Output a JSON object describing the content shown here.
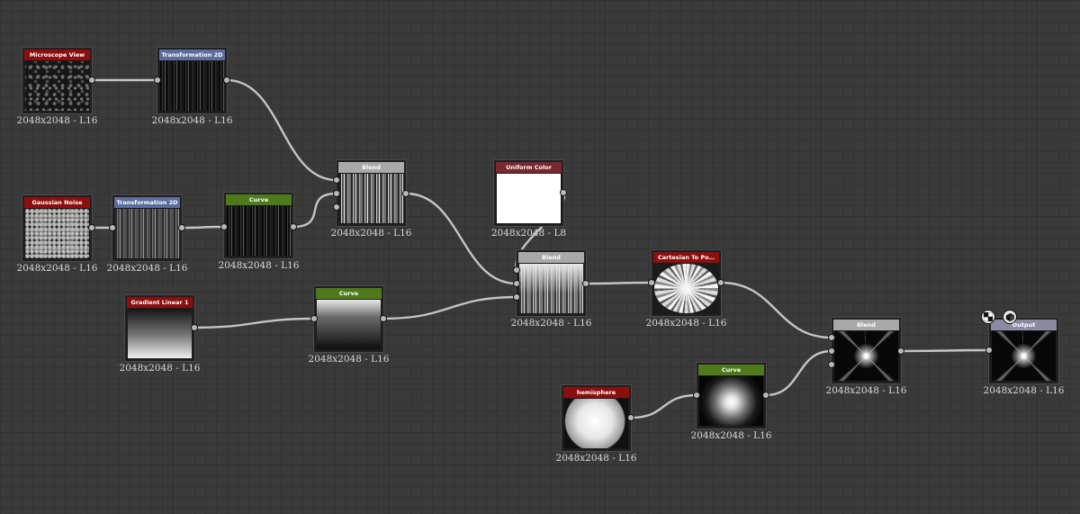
{
  "colors": {
    "canvas": "#3a3a3a",
    "grid": "#333333",
    "wire": "#c4c4c4",
    "title_red": "#8b0f0f",
    "title_blue": "#5b6d9c",
    "title_green": "#4e7a1c",
    "title_gray": "#a9a9a9",
    "title_maroon": "#7a2830",
    "title_lavender": "#8b8aa3"
  },
  "nodes": [
    {
      "id": "microscope_view",
      "title": "Microscope View",
      "title_color": "title_red",
      "thumb": "dots",
      "resolution": "2048x2048 - L16"
    },
    {
      "id": "transformation_2d_a",
      "title": "Transformation 2D",
      "title_color": "title_blue",
      "thumb": "stripes",
      "resolution": "2048x2048 - L16"
    },
    {
      "id": "gaussian_noise",
      "title": "Gaussian Noise",
      "title_color": "title_red",
      "thumb": "noise",
      "resolution": "2048x2048 - L16"
    },
    {
      "id": "transformation_2d_b",
      "title": "Transformation 2D",
      "title_color": "title_blue",
      "thumb": "stripes_soft",
      "resolution": "2048x2048 - L16"
    },
    {
      "id": "curve_a",
      "title": "Curve",
      "title_color": "title_green",
      "thumb": "stripes",
      "resolution": "2048x2048 - L16"
    },
    {
      "id": "blend_a",
      "title": "Blend",
      "title_color": "title_gray",
      "thumb": "stripes_bright",
      "resolution": "2048x2048 - L16"
    },
    {
      "id": "gradient_linear_1",
      "title": "Gradient Linear 1",
      "title_color": "title_red",
      "thumb": "gradient_dark_top",
      "resolution": "2048x2048 - L16"
    },
    {
      "id": "curve_b",
      "title": "Curve",
      "title_color": "title_green",
      "thumb": "gradient_light_top",
      "resolution": "2048x2048 - L16"
    },
    {
      "id": "uniform_color",
      "title": "Uniform Color",
      "title_color": "title_maroon",
      "thumb": "white",
      "resolution": "2048x2048 - L8"
    },
    {
      "id": "blend_b",
      "title": "Blend",
      "title_color": "title_gray",
      "thumb": "stripes_faded",
      "resolution": "2048x2048 - L16"
    },
    {
      "id": "cartesian_to_polar",
      "title": "Cartesian To Po…",
      "title_color": "title_red",
      "thumb": "radial_rays",
      "resolution": "2048x2048 - L16"
    },
    {
      "id": "hemisphere",
      "title": "hemisphere",
      "title_color": "title_red",
      "thumb": "sphere",
      "resolution": "2048x2048 - L16"
    },
    {
      "id": "curve_c",
      "title": "Curve",
      "title_color": "title_green",
      "thumb": "glow",
      "resolution": "2048x2048 - L16"
    },
    {
      "id": "blend_c",
      "title": "Blend",
      "title_color": "title_gray",
      "thumb": "star",
      "resolution": "2048x2048 - L16"
    },
    {
      "id": "output",
      "title": "Output",
      "title_color": "title_lavender",
      "thumb": "star",
      "resolution": "2048x2048 - L16"
    }
  ],
  "output_badges": [
    {
      "name": "2d-view-badge-icon",
      "icon": "checker-icon"
    },
    {
      "name": "3d-view-badge-icon",
      "icon": "cube-icon"
    }
  ]
}
